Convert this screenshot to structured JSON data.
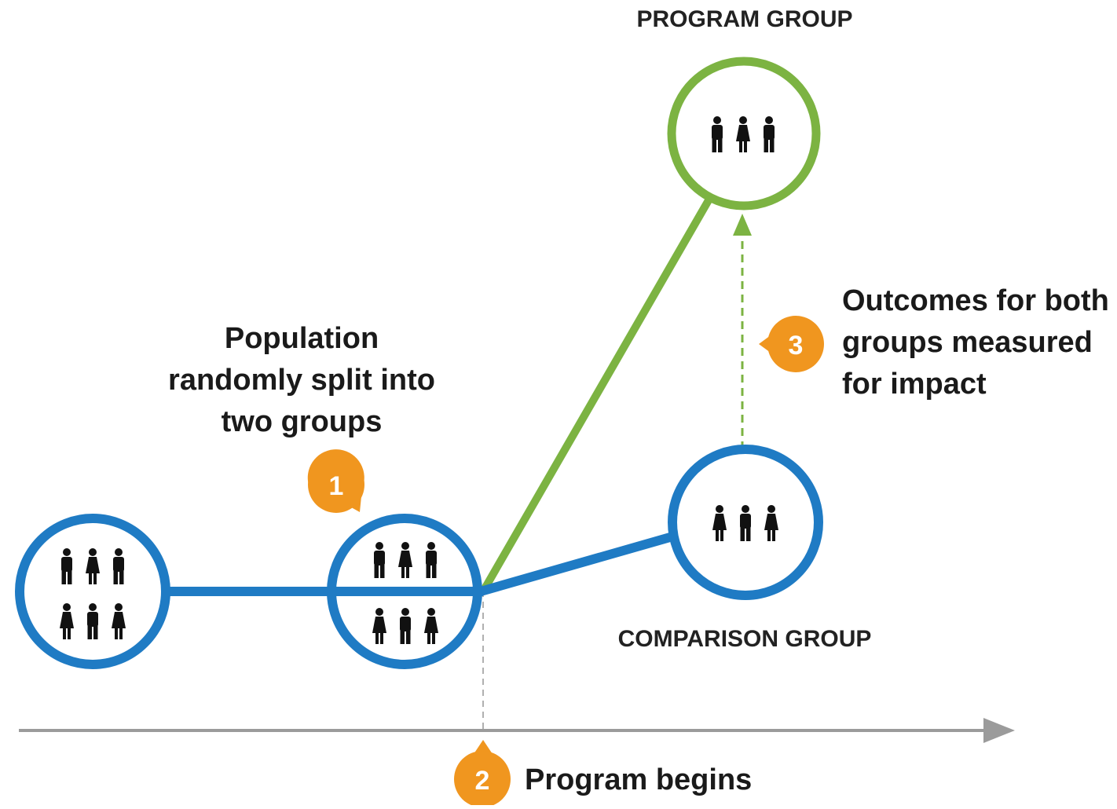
{
  "labels": {
    "program_group": "PROGRAM GROUP",
    "comparison_group": "COMPARISON GROUP",
    "step1_line1": "Population",
    "step1_line2": "randomly split into",
    "step1_line3": "two groups",
    "step2": "Program begins",
    "step3_line1": "Outcomes for both",
    "step3_line2": "groups measured",
    "step3_line3": "for impact"
  },
  "badges": {
    "step1": "1",
    "step2": "2",
    "step3": "3"
  },
  "colors": {
    "population": "#1f7bc4",
    "program": "#7cb342",
    "badge": "#f0961f",
    "axis": "#9b9b9b",
    "people": "#111111"
  },
  "icons": {
    "person": "person-icon",
    "timeline_arrow": "arrow-right-icon",
    "measure_arrow": "arrow-up-icon"
  }
}
